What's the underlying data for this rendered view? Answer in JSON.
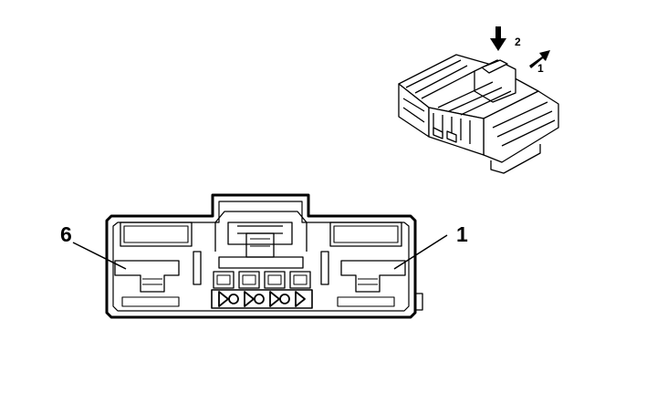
{
  "iso_view": {
    "arrow_down_label": "2",
    "arrow_diag_label": "1"
  },
  "front_view": {
    "left_pin_label": "6",
    "right_pin_label": "1"
  }
}
